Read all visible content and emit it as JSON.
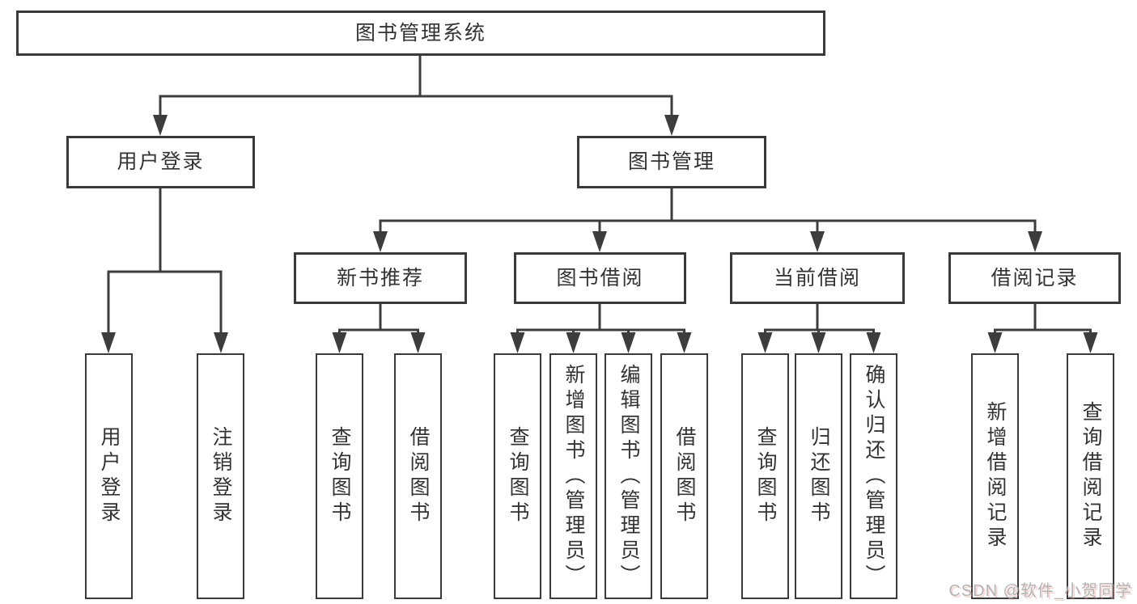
{
  "nodes": {
    "root": {
      "label": "图书管理系统"
    },
    "level2": [
      {
        "label": "用户登录"
      },
      {
        "label": "图书管理"
      }
    ],
    "level3": [
      {
        "label": "新书推荐"
      },
      {
        "label": "图书借阅"
      },
      {
        "label": "当前借阅"
      },
      {
        "label": "借阅记录"
      }
    ],
    "leaves": {
      "user_login": [
        {
          "label": "用户登录"
        },
        {
          "label": "注销登录"
        }
      ],
      "new_book_rec": [
        {
          "label": "查询图书"
        },
        {
          "label": "借阅图书"
        }
      ],
      "book_borrow": [
        {
          "label": "查询图书"
        },
        {
          "label": "新增图书（管理员）"
        },
        {
          "label": "编辑图书（管理员）"
        },
        {
          "label": "借阅图书"
        }
      ],
      "current_borrow": [
        {
          "label": "查询图书"
        },
        {
          "label": "归还图书"
        },
        {
          "label": "确认归还（管理员）"
        }
      ],
      "borrow_record": [
        {
          "label": "新增借阅记录"
        },
        {
          "label": "查询借阅记录"
        }
      ]
    }
  },
  "watermark": {
    "text": "CSDN @软件_小贺同学"
  },
  "colors": {
    "line": "#3d3d3d",
    "box_border": "#3a3a3a",
    "text": "#333333",
    "background": "#ffffff",
    "watermark": "#b4b4b4"
  }
}
